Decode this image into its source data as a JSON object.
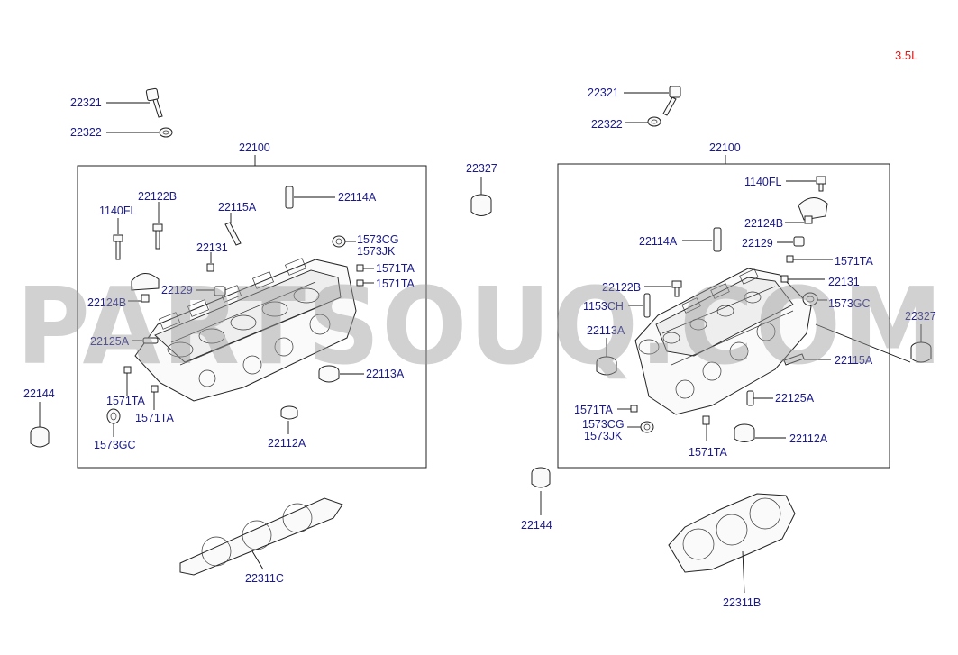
{
  "engine_label": "3.5L",
  "watermark": "PARTSOUQ.COM",
  "left": {
    "assembly": "22100",
    "bolt_top": "22321",
    "washer_top": "22322",
    "outer_seal": "22144",
    "gasket": "22311C",
    "labels": {
      "bolt_1140fl": "1140FL",
      "bolt_22122b": "22122B",
      "guide_22115a": "22115A",
      "guide_22114a": "22114A",
      "plug_1573cg": "1573CG",
      "plug_1573jk": "1573JK",
      "nut_22131": "22131",
      "stud_1571ta_a": "1571TA",
      "stud_1571ta_b": "1571TA",
      "cap_22129": "22129",
      "cap_22124b": "22124B",
      "dowel_22125a": "22125A",
      "seal_22113a": "22113A",
      "stud_1571ta_c": "1571TA",
      "stud_1571ta_d": "1571TA",
      "plug_1573gc": "1573GC",
      "seal_22112a": "22112A"
    }
  },
  "middle": {
    "seal_22327": "22327",
    "seal_22144": "22144"
  },
  "right": {
    "assembly": "22100",
    "bolt_top": "22321",
    "washer_top": "22322",
    "gasket": "22311B",
    "outer_seal": "22327",
    "labels": {
      "bolt_1140fl": "1140FL",
      "cap_22124b": "22124B",
      "guide_22114a": "22114A",
      "cap_22129": "22129",
      "stud_1571ta_a": "1571TA",
      "nut_22131": "22131",
      "bolt_22122b": "22122B",
      "plug_1573gc": "1573GC",
      "pin_1153ch": "1153CH",
      "seal_22113a": "22113A",
      "guide_22115a": "22115A",
      "dowel_22125a": "22125A",
      "stud_1571ta_b": "1571TA",
      "plug_1573cg": "1573CG",
      "plug_1573jk": "1573JK",
      "stud_1571ta_c": "1571TA",
      "seal_22112a": "22112A"
    }
  }
}
